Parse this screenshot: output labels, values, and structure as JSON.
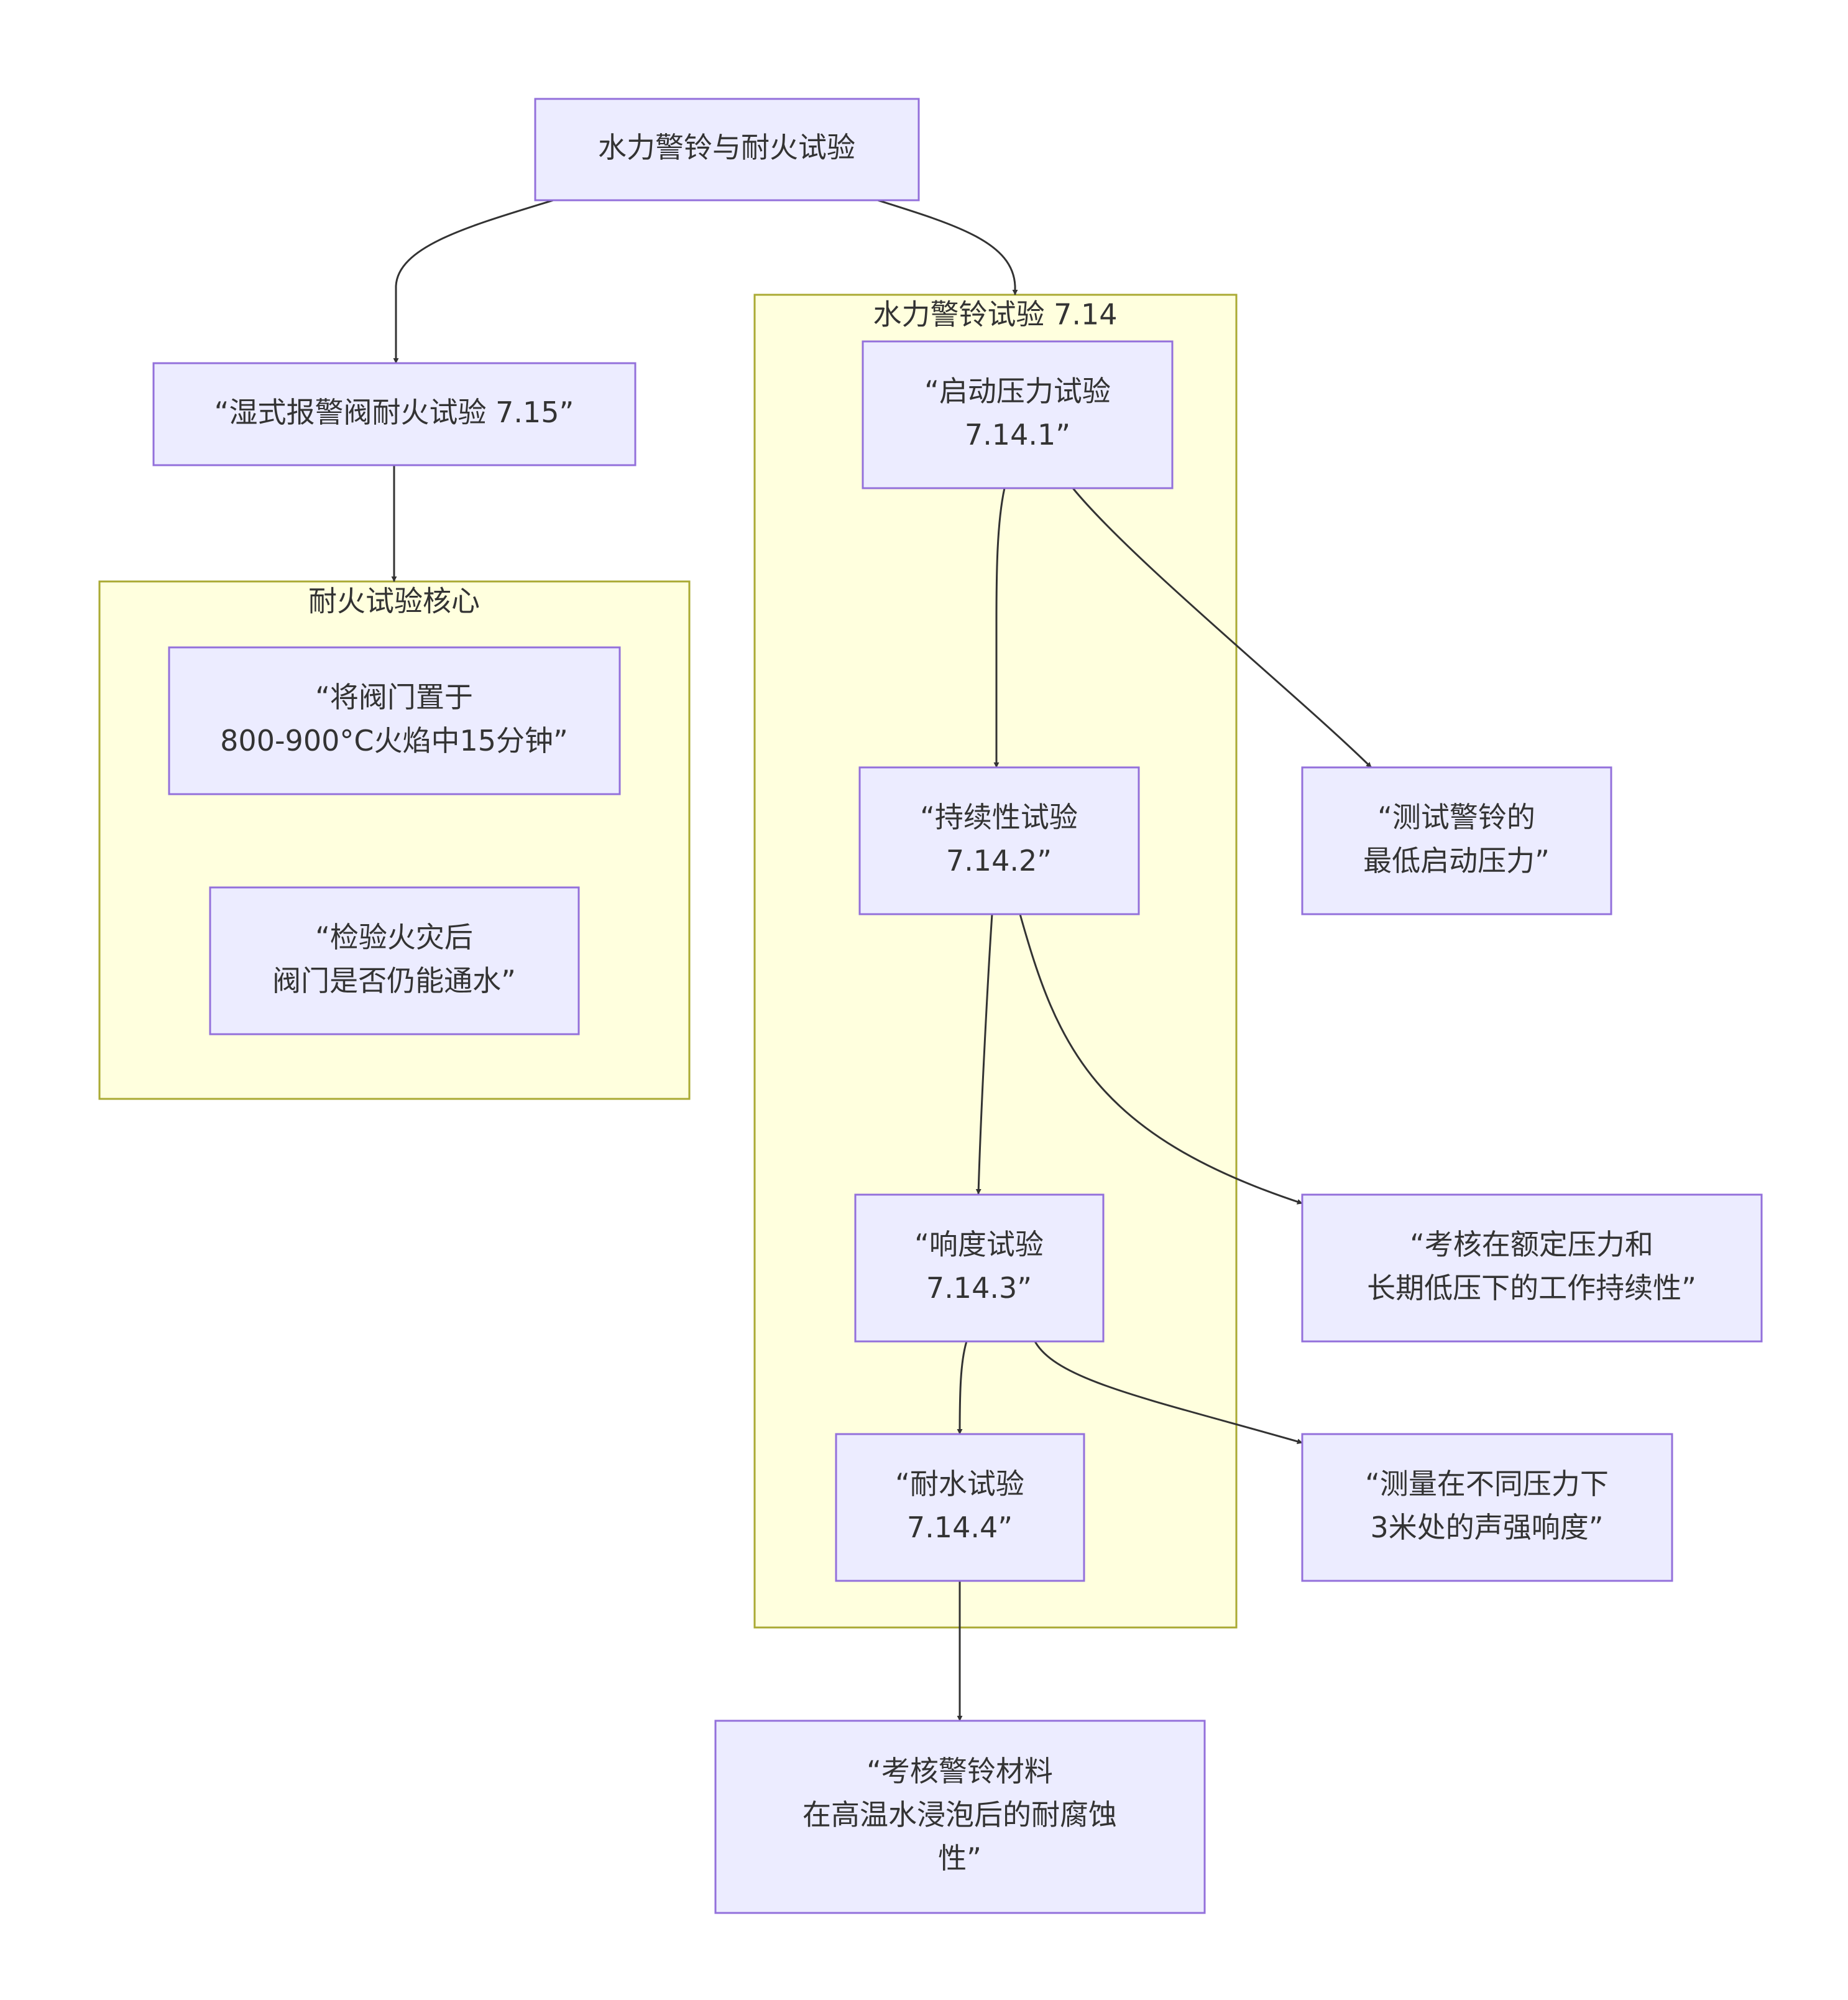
{
  "title": "水力警铃与耐火试验",
  "nodes": {
    "root": {
      "lines": [
        "水力警铃与耐火试验"
      ]
    },
    "wet_fire": {
      "lines": [
        "“湿式报警阀耐火试验 7.15”"
      ]
    },
    "fire_1": {
      "lines": [
        "“将阀门置于",
        "800-900°C火焰中15分钟”"
      ]
    },
    "fire_2": {
      "lines": [
        "“检验火灾后",
        "阀门是否仍能通水”"
      ]
    },
    "start": {
      "lines": [
        "“启动压力试验",
        "7.14.1”"
      ]
    },
    "cont": {
      "lines": [
        "“持续性试验",
        "7.14.2”"
      ]
    },
    "loud": {
      "lines": [
        "“响度试验",
        "7.14.3”"
      ]
    },
    "water": {
      "lines": [
        "“耐水试验",
        "7.14.4”"
      ]
    },
    "start_desc": {
      "lines": [
        "“测试警铃的",
        "最低启动压力”"
      ]
    },
    "cont_desc": {
      "lines": [
        "“考核在额定压力和",
        "长期低压下的工作持续性”"
      ]
    },
    "loud_desc": {
      "lines": [
        "“测量在不同压力下",
        "3米处的声强响度”"
      ]
    },
    "water_desc": {
      "lines": [
        "“考核警铃材料",
        "在高温水浸泡后的耐腐蚀",
        "性”"
      ]
    }
  },
  "clusters": {
    "fire_core": {
      "title": "耐火试验核心"
    },
    "bell": {
      "title": "水力警铃试验 7.14"
    }
  },
  "colors": {
    "node_fill": "#ececff",
    "node_stroke": "#9370db",
    "cluster_fill": "#ffffde",
    "cluster_stroke": "#aaaa33",
    "edge": "#333333",
    "text": "#333333"
  }
}
